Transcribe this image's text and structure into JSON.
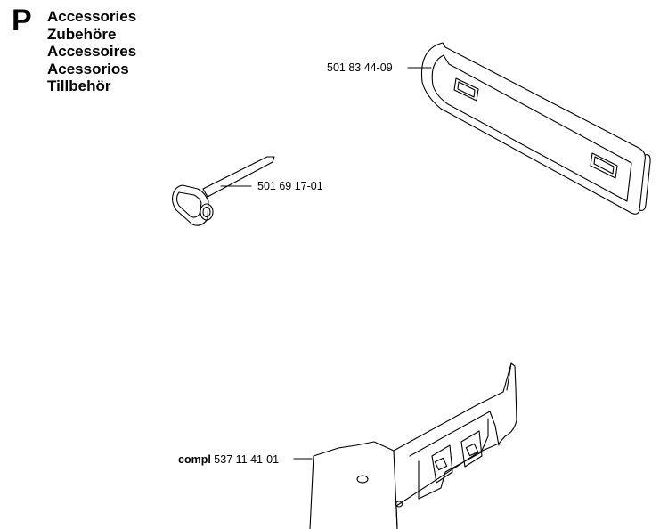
{
  "section": {
    "letter": "P",
    "titles": [
      "Accessories",
      "Zubehöre",
      "Accessoires",
      "Acessorios",
      "Tillbehör"
    ]
  },
  "parts": [
    {
      "name": "bar-cover",
      "part_number": "501 83 44-09"
    },
    {
      "name": "combination-spanner",
      "part_number": "501 69 17-01"
    },
    {
      "name": "clutch-cover",
      "prefix": "compl",
      "part_number": "537 11 41-01"
    }
  ]
}
